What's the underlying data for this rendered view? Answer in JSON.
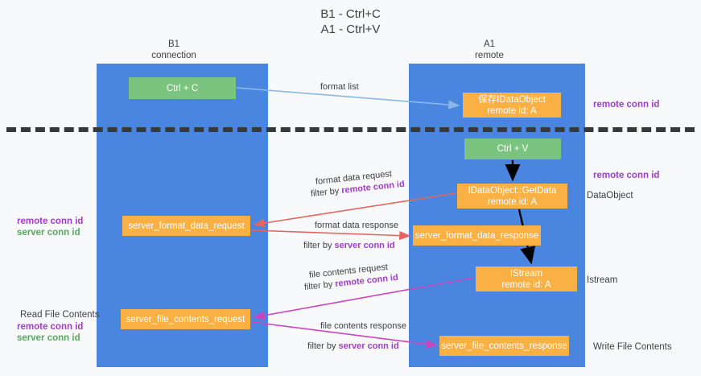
{
  "title": {
    "line1": "B1 - Ctrl+C",
    "line2": "A1 - Ctrl+V"
  },
  "columns": [
    {
      "id": "b1",
      "name": "B1",
      "sub": "connection"
    },
    {
      "id": "a1",
      "name": "A1",
      "sub": "remote"
    }
  ],
  "nodes": {
    "ctrl_c": {
      "label": "Ctrl + C",
      "color": "#7bc47f"
    },
    "save_idataobject": {
      "line1": "保存IDataObject",
      "line2": "remote id: A",
      "color": "#fbb044"
    },
    "ctrl_v": {
      "label": "Ctrl + V",
      "color": "#7bc47f"
    },
    "getdata": {
      "line1": "IDataObject::GetData",
      "line2": "remote id: A",
      "color": "#fbb044"
    },
    "format_request": {
      "label": "server_format_data_request",
      "color": "#fbb044"
    },
    "format_response": {
      "label": "server_format_data_response",
      "color": "#fbb044"
    },
    "istream": {
      "line1": "IStream",
      "line2": "remote id: A",
      "color": "#fbb044"
    },
    "file_request": {
      "label": "server_file_contents_request",
      "color": "#fbb044"
    },
    "file_response": {
      "label": "server_file_contents_response",
      "color": "#fbb044"
    }
  },
  "edges": {
    "format_list": {
      "label": "format list"
    },
    "format_data_request": {
      "line1": "format data request",
      "filter_prefix": "filter by ",
      "filter_key": "remote conn id"
    },
    "format_data_response": {
      "line1": "format data response",
      "filter_prefix": "filter by ",
      "filter_key": "server conn id"
    },
    "file_contents_request": {
      "line1": "file contents request",
      "filter_prefix": "filter by ",
      "filter_key": "remote conn id"
    },
    "file_contents_response": {
      "line1": "file contents response",
      "filter_prefix": "filter by ",
      "filter_key": "server conn id"
    }
  },
  "annotations": {
    "right": {
      "remote_conn_id_top": "remote conn id",
      "remote_conn_id_mid": "remote conn id",
      "dataobject": "DataObject",
      "istream": "Istream",
      "write_file_contents": "Write File Contents"
    },
    "left": {
      "read_file_contents": "Read File Contents",
      "remote_conn_id_a": "remote conn id",
      "server_conn_id_a": "server conn id",
      "remote_conn_id_b": "remote conn id",
      "server_conn_id_b": "server conn id"
    }
  },
  "colors": {
    "lane": "#4a86e0",
    "green_node": "#7bc47f",
    "orange_node": "#fbb044",
    "purple_text": "#a03cc8",
    "green_text": "#5aa55f",
    "red_arrow": "#e3655f",
    "magenta_arrow": "#cc44bb",
    "light_blue_arrow": "#8ab8e6",
    "black_arrow": "#000000",
    "divider": "#38393b",
    "background": "#f8f9fa"
  }
}
